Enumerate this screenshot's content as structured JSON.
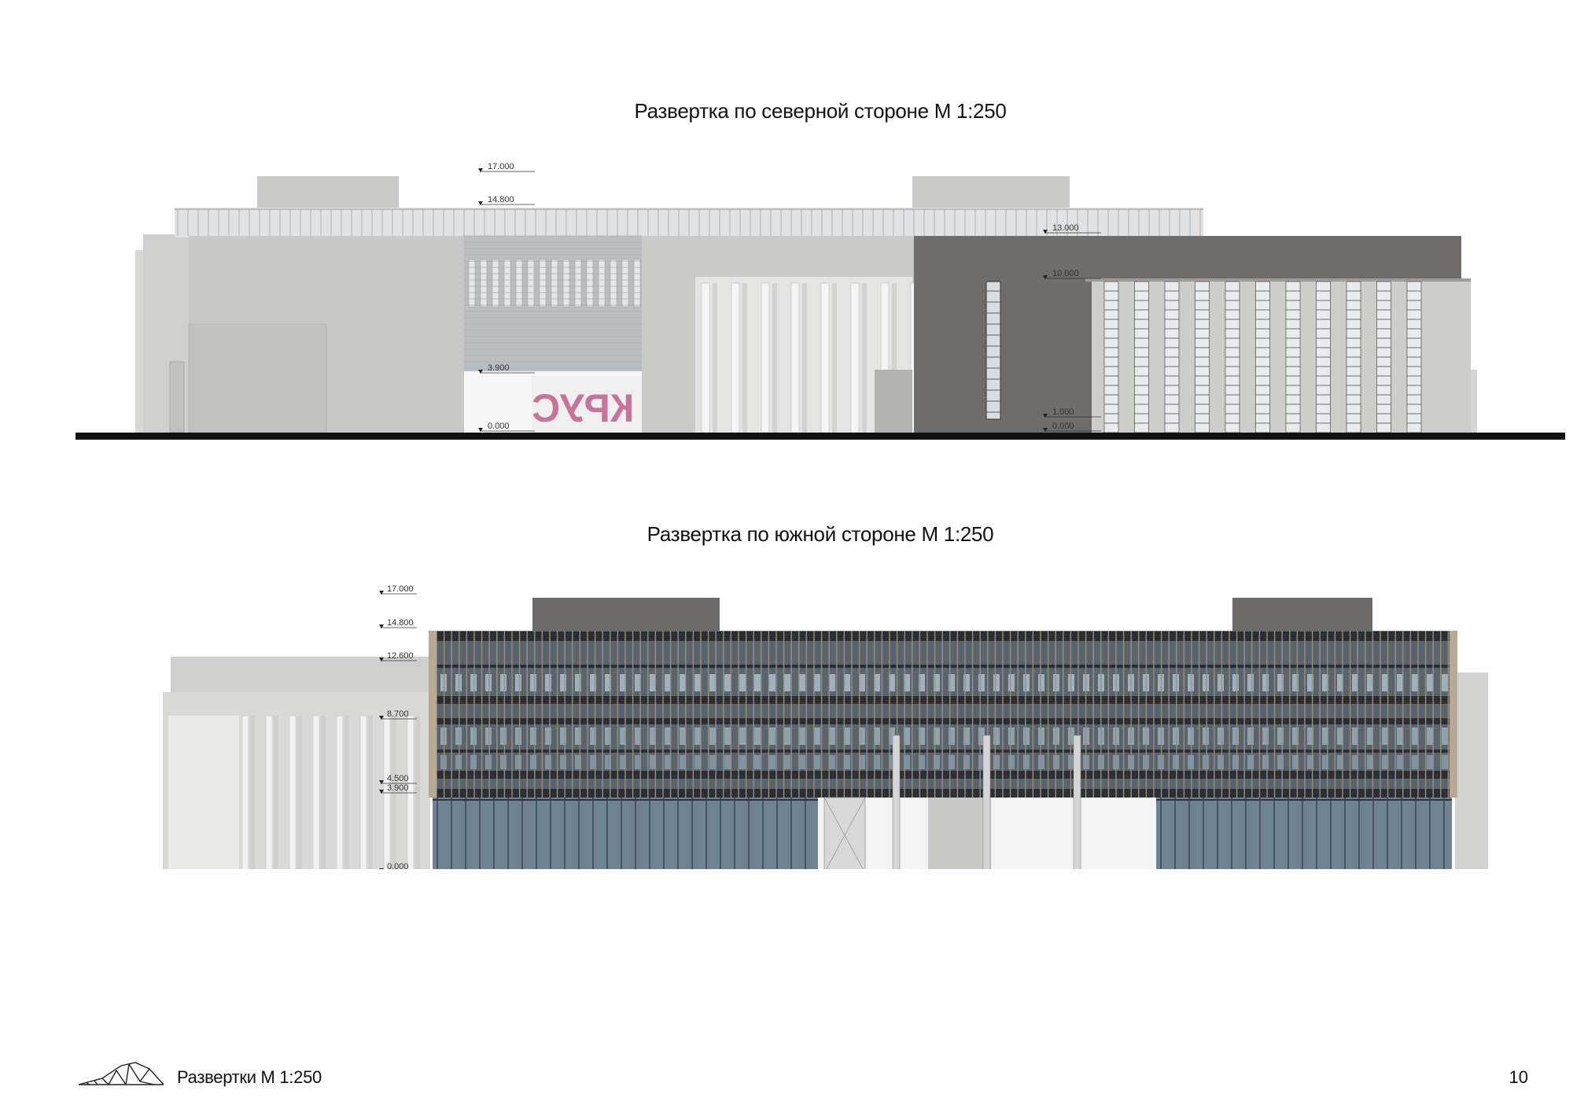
{
  "north": {
    "title": "Развертка по северной стороне М 1:250",
    "levels": [
      "17.000",
      "14.800",
      "13.000",
      "10.000",
      "3.900",
      "1.000",
      "0.000",
      "0.000"
    ],
    "sign": "КРУС"
  },
  "south": {
    "title": "Развертка по южной стороне М 1:250",
    "levels": [
      "17.000",
      "14.800",
      "12.600",
      "8.700",
      "4.500",
      "3.900",
      "0.000"
    ]
  },
  "footer": {
    "label": "Развертки М 1:250",
    "page": "10"
  },
  "colors": {
    "ground": "#111111",
    "light_facade": "#c6c6c3",
    "dark_facade": "#6f6c69",
    "glass": "#6d7e8c",
    "sign": "#c8749a"
  },
  "icons": [
    "logo-icon"
  ]
}
